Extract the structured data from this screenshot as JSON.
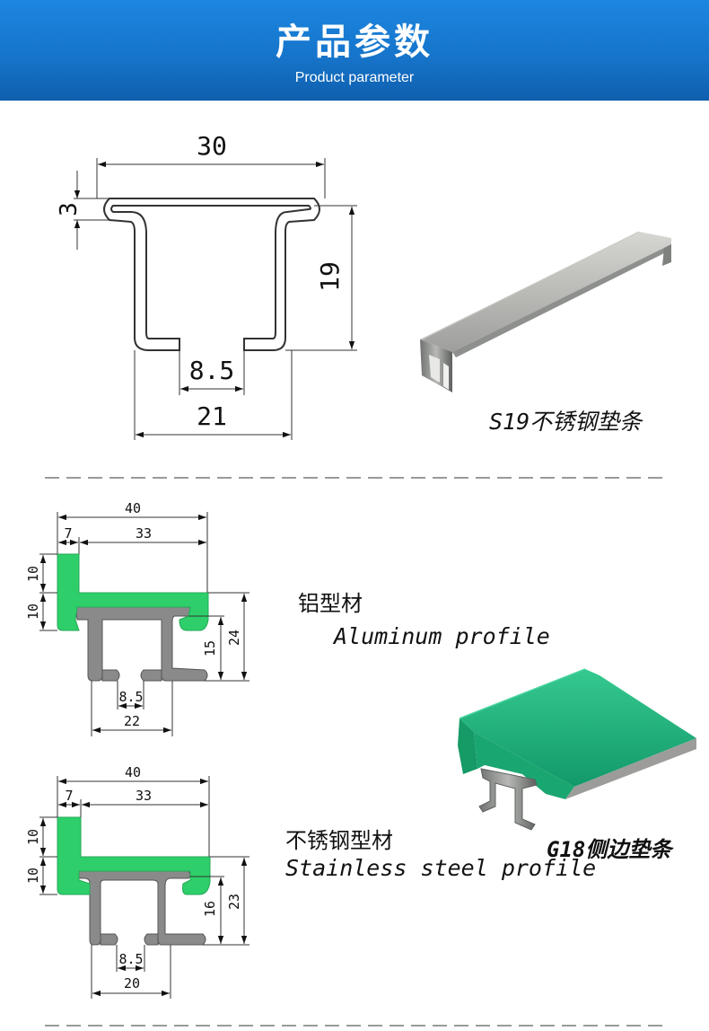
{
  "header": {
    "title": "产品参数",
    "subtitle": "Product parameter"
  },
  "s19": {
    "dims": {
      "top_width": "30",
      "thickness": "3",
      "height": "19",
      "slot": "8.5",
      "bottom_width": "21"
    },
    "caption": "S19不锈钢垫条"
  },
  "aluminum": {
    "dims": {
      "total_width": "40",
      "lip": "7",
      "flange": "33",
      "upper_h": "10",
      "lower_h": "10",
      "inner_h": "15",
      "total_h": "24",
      "slot": "8.5",
      "bottom_width": "22"
    },
    "caption_cn": "铝型材",
    "caption_en": "Aluminum profile"
  },
  "stainless": {
    "dims": {
      "total_width": "40",
      "lip": "7",
      "flange": "33",
      "upper_h": "10",
      "lower_h": "10",
      "inner_h": "16",
      "total_h": "23",
      "slot": "8.5",
      "bottom_width": "20"
    },
    "caption_cn": "不锈钢型材",
    "caption_en": "Stainless steel profile"
  },
  "g18": {
    "caption": "G18侧边垫条"
  },
  "colors": {
    "header_blue": "#1675cb",
    "green": "#2ecf6a",
    "product_green": "#1fae77",
    "grey_profile": "#8a8a8a"
  }
}
